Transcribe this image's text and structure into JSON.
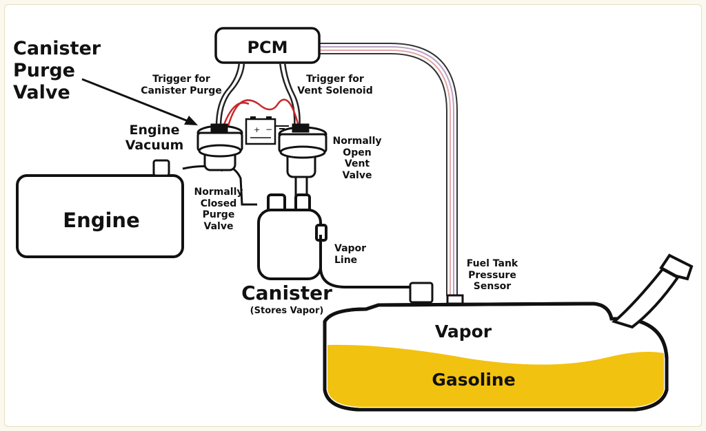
{
  "labels": {
    "pcm": "PCM",
    "canister_purge_valve": [
      "Canister",
      "Purge",
      "Valve"
    ],
    "trigger_purge": [
      "Trigger for",
      "Canister Purge"
    ],
    "trigger_vent": [
      "Trigger for",
      "Vent Solenoid"
    ],
    "engine_vacuum": [
      "Engine",
      "Vacuum"
    ],
    "normally_open_vent_valve": [
      "Normally",
      "Open",
      "Vent",
      "Valve"
    ],
    "normally_closed_purge_valve": [
      "Normally",
      "Closed",
      "Purge",
      "Valve"
    ],
    "engine": "Engine",
    "vapor_line": [
      "Vapor",
      "Line"
    ],
    "fuel_tank_pressure_sensor": [
      "Fuel Tank",
      "Pressure",
      "Sensor"
    ],
    "canister": "Canister",
    "canister_sub": "(Stores Vapor)",
    "vapor": "Vapor",
    "gasoline": "Gasoline"
  },
  "colors": {
    "gasoline": "#f2c210",
    "wire_red": "#c8262a",
    "pcm_harness": "#b9a0c8"
  }
}
